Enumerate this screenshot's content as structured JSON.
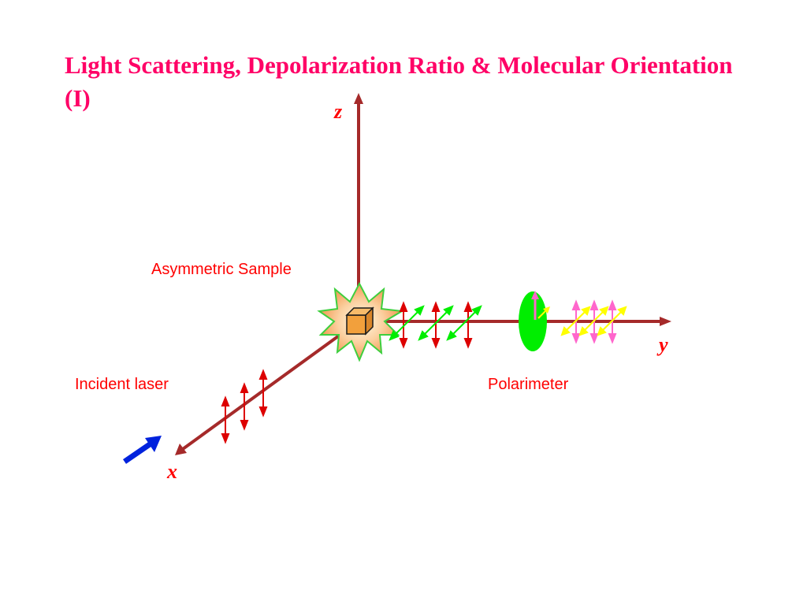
{
  "title": "Light Scattering, Depolarization Ratio & Molecular Orientation (I)",
  "labels": {
    "sample": "Asymmetric Sample",
    "incident": "Incident laser",
    "polarimeter": "Polarimeter"
  },
  "axes": {
    "z": "z",
    "y": "y",
    "x": "x"
  },
  "colors": {
    "title": "#ff0066",
    "label": "#ff0000",
    "axis": "#a52a2a",
    "red_arrow": "#dd0000",
    "green_arrow": "#00ee00",
    "yellow_arrow": "#ffff00",
    "pink_arrow": "#ff66cc",
    "polarimeter_lens": "#00ee00",
    "incident_arrow": "#0022dd",
    "sample_cube": "#f2a03c",
    "starburst": "#f8b070"
  }
}
